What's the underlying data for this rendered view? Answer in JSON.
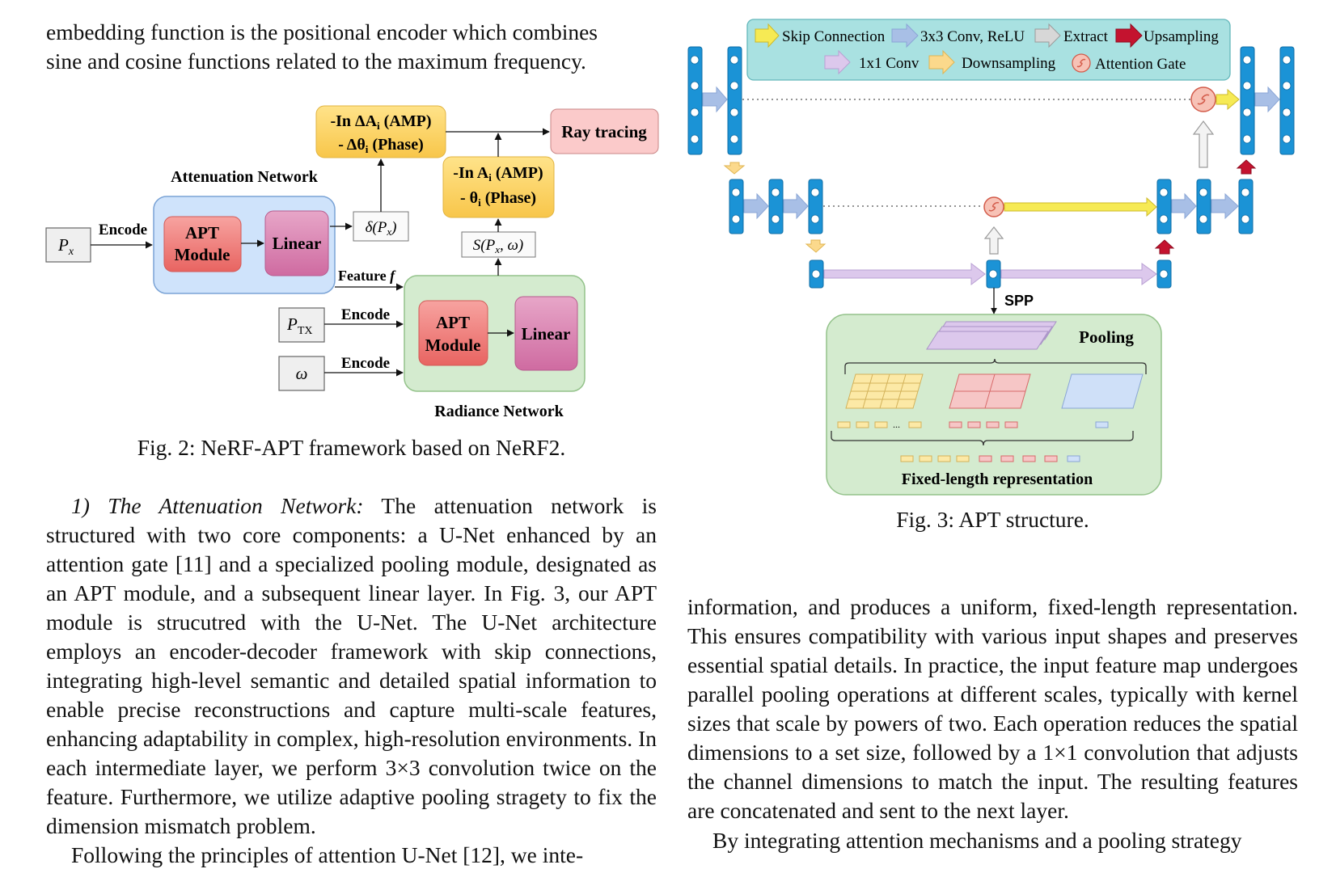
{
  "left_column": {
    "top_lines": [
      "embedding function is the positional encoder which combines",
      "sine and cosine functions related to the maximum frequency."
    ],
    "section_runin": "1) The Attenuation Network:",
    "section_paragraph": "The attenuation network is structured with two core components: a U-Net enhanced by an attention gate [11] and a specialized pooling module, designated as an APT module, and a subsequent linear layer. In Fig. 3, our APT module is strucutred with the U-Net. The U-Net architecture employs an encoder-decoder framework with skip connections, integrating high-level semantic and detailed spatial information to enable precise reconstructions and capture multi-scale features, enhancing adaptability in complex, high-resolution environments. In each intermediate layer, we perform 3×3 convolution twice on the feature. Furthermore, we utilize adaptive pooling stragety to fix the dimension mismatch problem.",
    "last_line": "Following the principles of attention U-Net [12], we inte-"
  },
  "right_column": {
    "paragraph1": "information, and produces a uniform, fixed-length representation. This ensures compatibility with various input shapes and preserves essential spatial details. In practice, the input feature map undergoes parallel pooling operations at different scales, typically with kernel sizes that scale by powers of two. Each operation reduces the spatial dimensions to a set size, followed by a 1×1 convolution that adjusts the channel dimensions to match the input. The resulting features are concatenated and sent to the next layer.",
    "last_line": "By integrating attention mechanisms and a pooling strategy"
  },
  "figure2": {
    "caption": "Fig. 2: NeRF-APT framework based on NeRF2.",
    "attenuation_label": "Attenuation Network",
    "radiance_label": "Radiance Network",
    "px": "P",
    "px_sub": "x",
    "ptx": "P",
    "ptx_sub": "TX",
    "omega": "ω",
    "encode": "Encode",
    "apt_line1": "APT",
    "apt_line2": "Module",
    "linear": "Linear",
    "delta": "δ(P",
    "delta_sub": "x",
    "delta_close": ")",
    "s_func": "S(P",
    "s_sub": "x",
    "s_close": ", ω)",
    "feature": "Feature",
    "feature_f": "f",
    "amp_delta_a": "-In ΔA",
    "amp_delta_sub": "i",
    "amp_delta_b": " (AMP)",
    "phase_delta_a": "- Δθ",
    "phase_delta_sub": "i",
    "phase_delta_b": " (Phase)",
    "amp_a": "-In A",
    "amp_sub": "i",
    "amp_b": " (AMP)",
    "phase_a": "- θ",
    "phase_sub": "i",
    "phase_b": " (Phase)",
    "ray": "Ray tracing"
  },
  "figure3": {
    "caption": "Fig. 3: APT structure.",
    "legend": {
      "skip": "Skip Connection",
      "conv": "3x3 Conv, ReLU",
      "extract": "Extract",
      "up": "Upsampling",
      "conv1": "1x1 Conv",
      "down": "Downsampling",
      "attn": "Attention Gate"
    },
    "spp": "SPP",
    "pooling": "Pooling",
    "fixed": "Fixed-length representation",
    "dots": "..."
  }
}
